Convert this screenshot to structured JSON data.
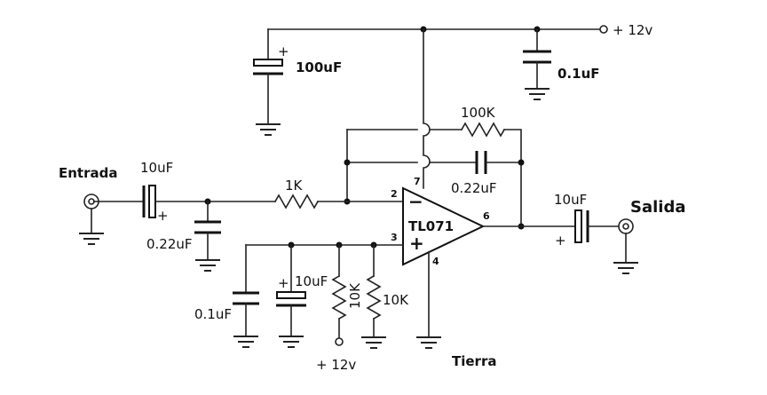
{
  "labels": {
    "supply_top": "+ 12v",
    "supply_bottom": "+ 12v",
    "cap_100uF": "100uF",
    "cap_0_1uF_top": "0.1uF",
    "res_100K": "100K",
    "cap_0_22uF_fb": "0.22uF",
    "input": "Entrada",
    "cap_10uF_in": "10uF",
    "cap_0_22uF_in": "0.22uF",
    "res_1K": "1K",
    "opamp": "TL071",
    "pin_2": "2",
    "pin_3": "3",
    "pin_4": "4",
    "pin_6": "6",
    "pin_7": "7",
    "inv_sign": "−",
    "noninv_sign": "+",
    "output": "Salida",
    "cap_10uF_out": "10uF",
    "cap_0_1uF_bias": "0.1uF",
    "cap_10uF_bias": "10uF",
    "res_10K_a": "10K",
    "res_10K_b": "10K",
    "ground": "Tierra",
    "pol_plus_100uF": "+",
    "pol_plus_in": "+",
    "pol_plus_bias": "+",
    "pol_plus_out": "+"
  }
}
